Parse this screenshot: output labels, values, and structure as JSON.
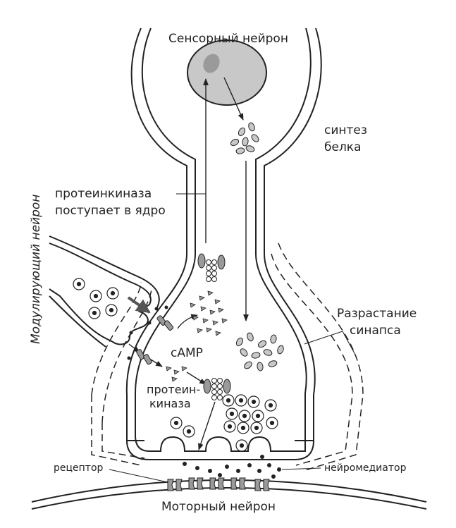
{
  "labels": {
    "sensory_neuron": "Сенсорный нейрон",
    "protein_synthesis": [
      "синтез",
      "белка"
    ],
    "kinase_enters_nucleus": [
      "протеинкиназа",
      "поступает в ядро"
    ],
    "modulating_neuron": "Модулирующий нейрон",
    "synapse_growth": [
      "Разрастание",
      "синапса"
    ],
    "camp": "cAMP",
    "protein_kinase": [
      "протеин-",
      "киназа"
    ],
    "receptor": "рецептор",
    "neurotransmitter": "нейромедиатор",
    "motor_neuron": "Моторный нейрон"
  },
  "colors": {
    "stroke": "#222222",
    "nucleus_fill": "#c8c8c8",
    "nucleolus_fill": "#9a9a9a",
    "protein_fill": "#9a9a9a",
    "arrow_modulating": "#555555"
  }
}
